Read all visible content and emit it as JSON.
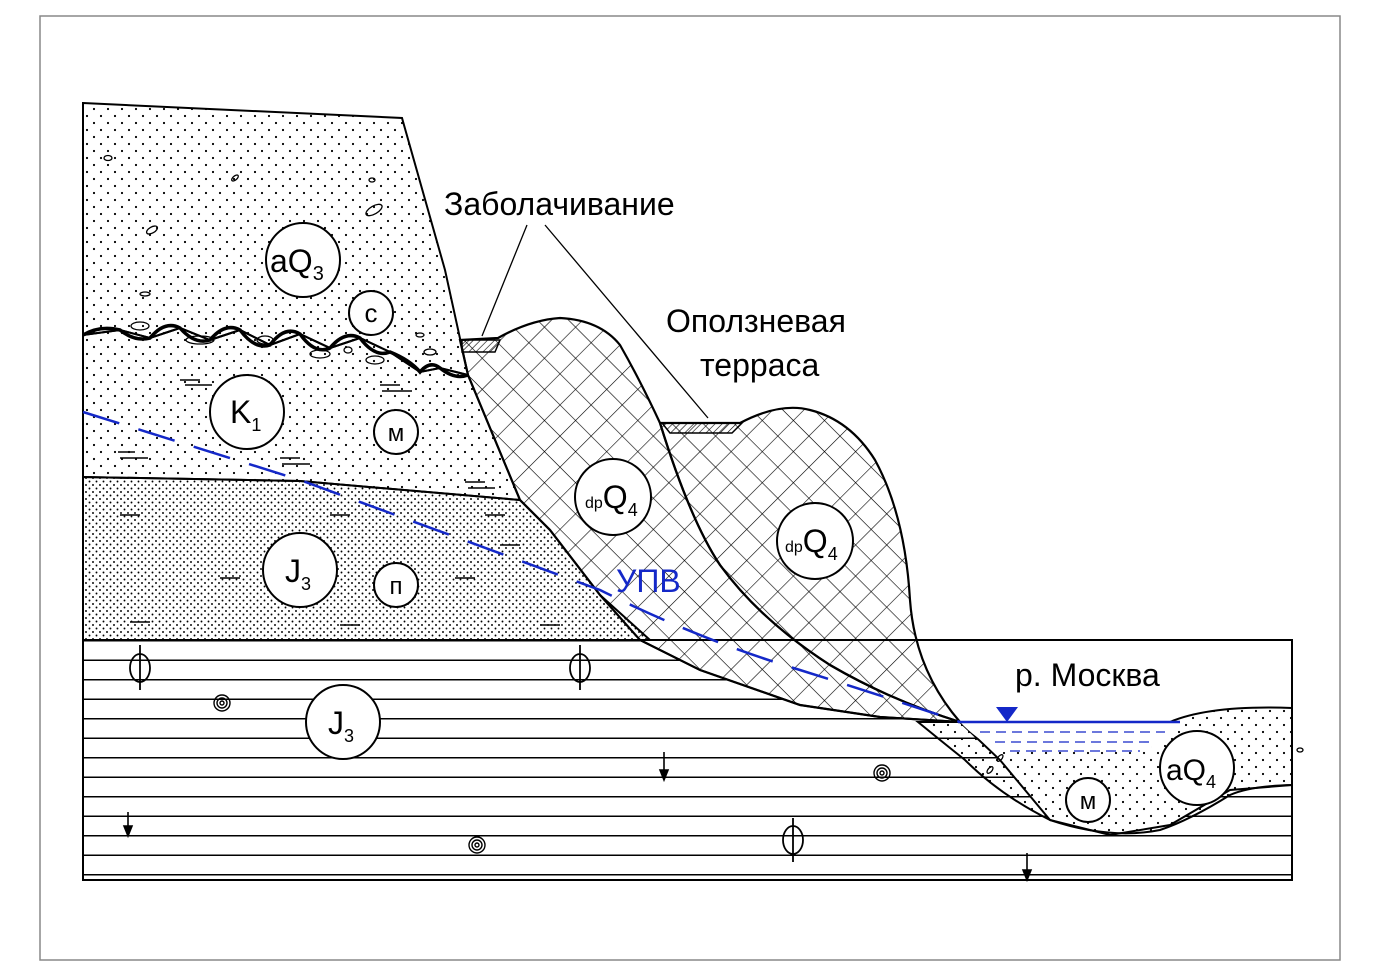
{
  "labels": {
    "swamping": "Заболачивание",
    "terrace_line1": "Оползневая",
    "terrace_line2": "терраса",
    "river": "р. Москва",
    "groundwater": "УПВ"
  },
  "units": {
    "aQ3": {
      "main": "aQ",
      "sub": "3"
    },
    "c": {
      "main": "с"
    },
    "K1": {
      "main": "K",
      "sub": "1"
    },
    "m1": {
      "main": "м"
    },
    "J3_upper": {
      "main": "J",
      "sub": "3"
    },
    "p": {
      "main": "п"
    },
    "J3_lower": {
      "main": "J",
      "sub": "3"
    },
    "dpQ4_upper": {
      "pre": "dp",
      "main": "Q",
      "sub": "4"
    },
    "dpQ4_lower": {
      "pre": "dp",
      "main": "Q",
      "sub": "4"
    },
    "m2": {
      "main": "м"
    },
    "aQ4": {
      "main": "aQ",
      "sub": "4"
    }
  },
  "colors": {
    "line": "#000000",
    "water": "#1428c8",
    "background": "#ffffff"
  }
}
